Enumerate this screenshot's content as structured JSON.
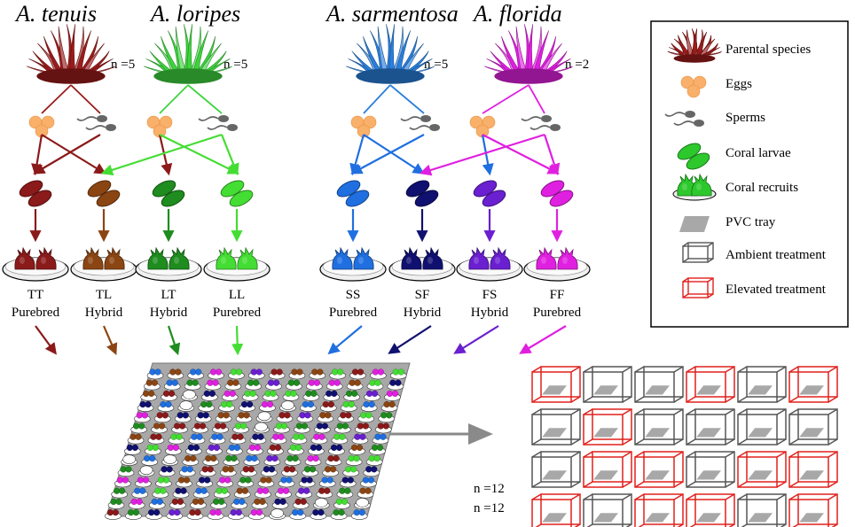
{
  "species": [
    {
      "name": "A. tenuis",
      "n": "n =5",
      "color": "#9b1c1c"
    },
    {
      "name": "A. loripes",
      "n": "n =5",
      "color": "#3ed43e"
    },
    {
      "name": "A. sarmentosa",
      "n": "n =5",
      "color": "#2a7fdc"
    },
    {
      "name": "A. florida",
      "n": "n =2",
      "color": "#e020e0"
    }
  ],
  "crosses": [
    {
      "code": "TT",
      "type": "Purebred",
      "color": "#8b1a1a"
    },
    {
      "code": "TL",
      "type": "Hybrid",
      "color": "#8b4513"
    },
    {
      "code": "LT",
      "type": "Hybrid",
      "color": "#1e8c1e"
    },
    {
      "code": "LL",
      "type": "Purebred",
      "color": "#44dd33"
    },
    {
      "code": "SS",
      "type": "Purebred",
      "color": "#1f6fe0"
    },
    {
      "code": "SF",
      "type": "Hybrid",
      "color": "#101070"
    },
    {
      "code": "FS",
      "type": "Hybrid",
      "color": "#6a1fd0"
    },
    {
      "code": "FF",
      "type": "Purebred",
      "color": "#e020e0"
    }
  ],
  "legend": {
    "parental": "Parental species",
    "eggs": "Eggs",
    "sperms": "Sperms",
    "larvae": "Coral larvae",
    "recruits": "Coral recruits",
    "tray": "PVC tray",
    "ambient": "Ambient treatment",
    "elevated": "Elevated treatment"
  },
  "treatment_counts": {
    "ambient": "n =12",
    "elevated": "n =12",
    "ambient_color": "#000000",
    "elevated_color": "#e0201c"
  },
  "tank_grid": [
    [
      "elevated",
      "ambient",
      "ambient",
      "elevated",
      "ambient",
      "elevated"
    ],
    [
      "ambient",
      "elevated",
      "ambient",
      "ambient",
      "ambient",
      "ambient"
    ],
    [
      "ambient",
      "elevated",
      "elevated",
      "ambient",
      "elevated",
      "elevated"
    ],
    [
      "elevated",
      "ambient",
      "elevated",
      "elevated",
      "ambient",
      "elevated"
    ]
  ]
}
